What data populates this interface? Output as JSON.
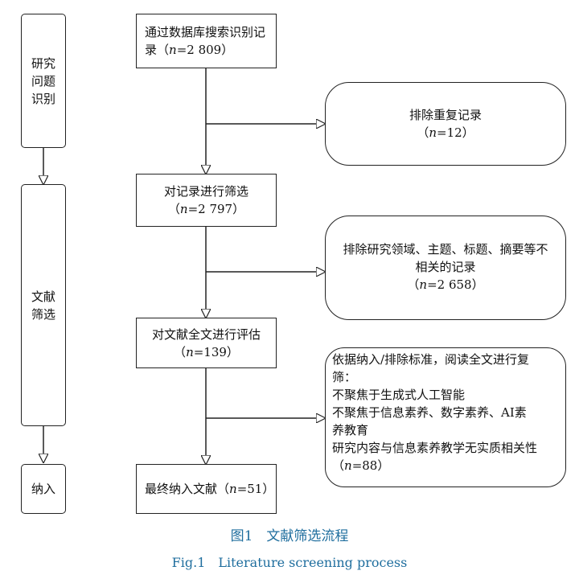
{
  "phases": {
    "identification": "研究\n问题\n识别",
    "screening": "文献\n筛选",
    "included": "纳入"
  },
  "steps": {
    "step1": {
      "line1": "通过数据库搜索识别记",
      "line2_pre": "录（",
      "n": "n",
      "line2_post": "=2 809）"
    },
    "step2": {
      "line1": "对记录进行筛选",
      "pre": "（",
      "n": "n",
      "post": "=2 797）"
    },
    "step3": {
      "line1": "对文献全文进行评估",
      "pre": "（",
      "n": "n",
      "post": "=139）"
    },
    "step4": {
      "line1_pre": "最终纳入文献（",
      "n": "n",
      "line1_post": "=51）"
    }
  },
  "exclusions": {
    "ex1": {
      "line1": "排除重复记录",
      "pre": "（",
      "n": "n",
      "post": "=12）"
    },
    "ex2": {
      "line1": "排除研究领域、主题、标题、摘要等不",
      "line2": "相关的记录",
      "pre": "（",
      "n": "n",
      "post": "=2 658）"
    },
    "ex3": {
      "line1": "依据纳入/排除标准，阅读全文进行复",
      "line2": "筛：",
      "line3": "不聚焦于生成式人工智能",
      "line4": "不聚焦于信息素养、数字素养、AI素",
      "line5": "养教育",
      "line6": "研究内容与信息素养教学无实质相关性",
      "pre": "（",
      "n": "n",
      "post": "=88）"
    }
  },
  "caption": {
    "cn": "图1　文献筛选流程",
    "en": "Fig.1　Literature screening process"
  },
  "colors": {
    "caption": "#1f6e9e",
    "stroke": "#222222"
  }
}
